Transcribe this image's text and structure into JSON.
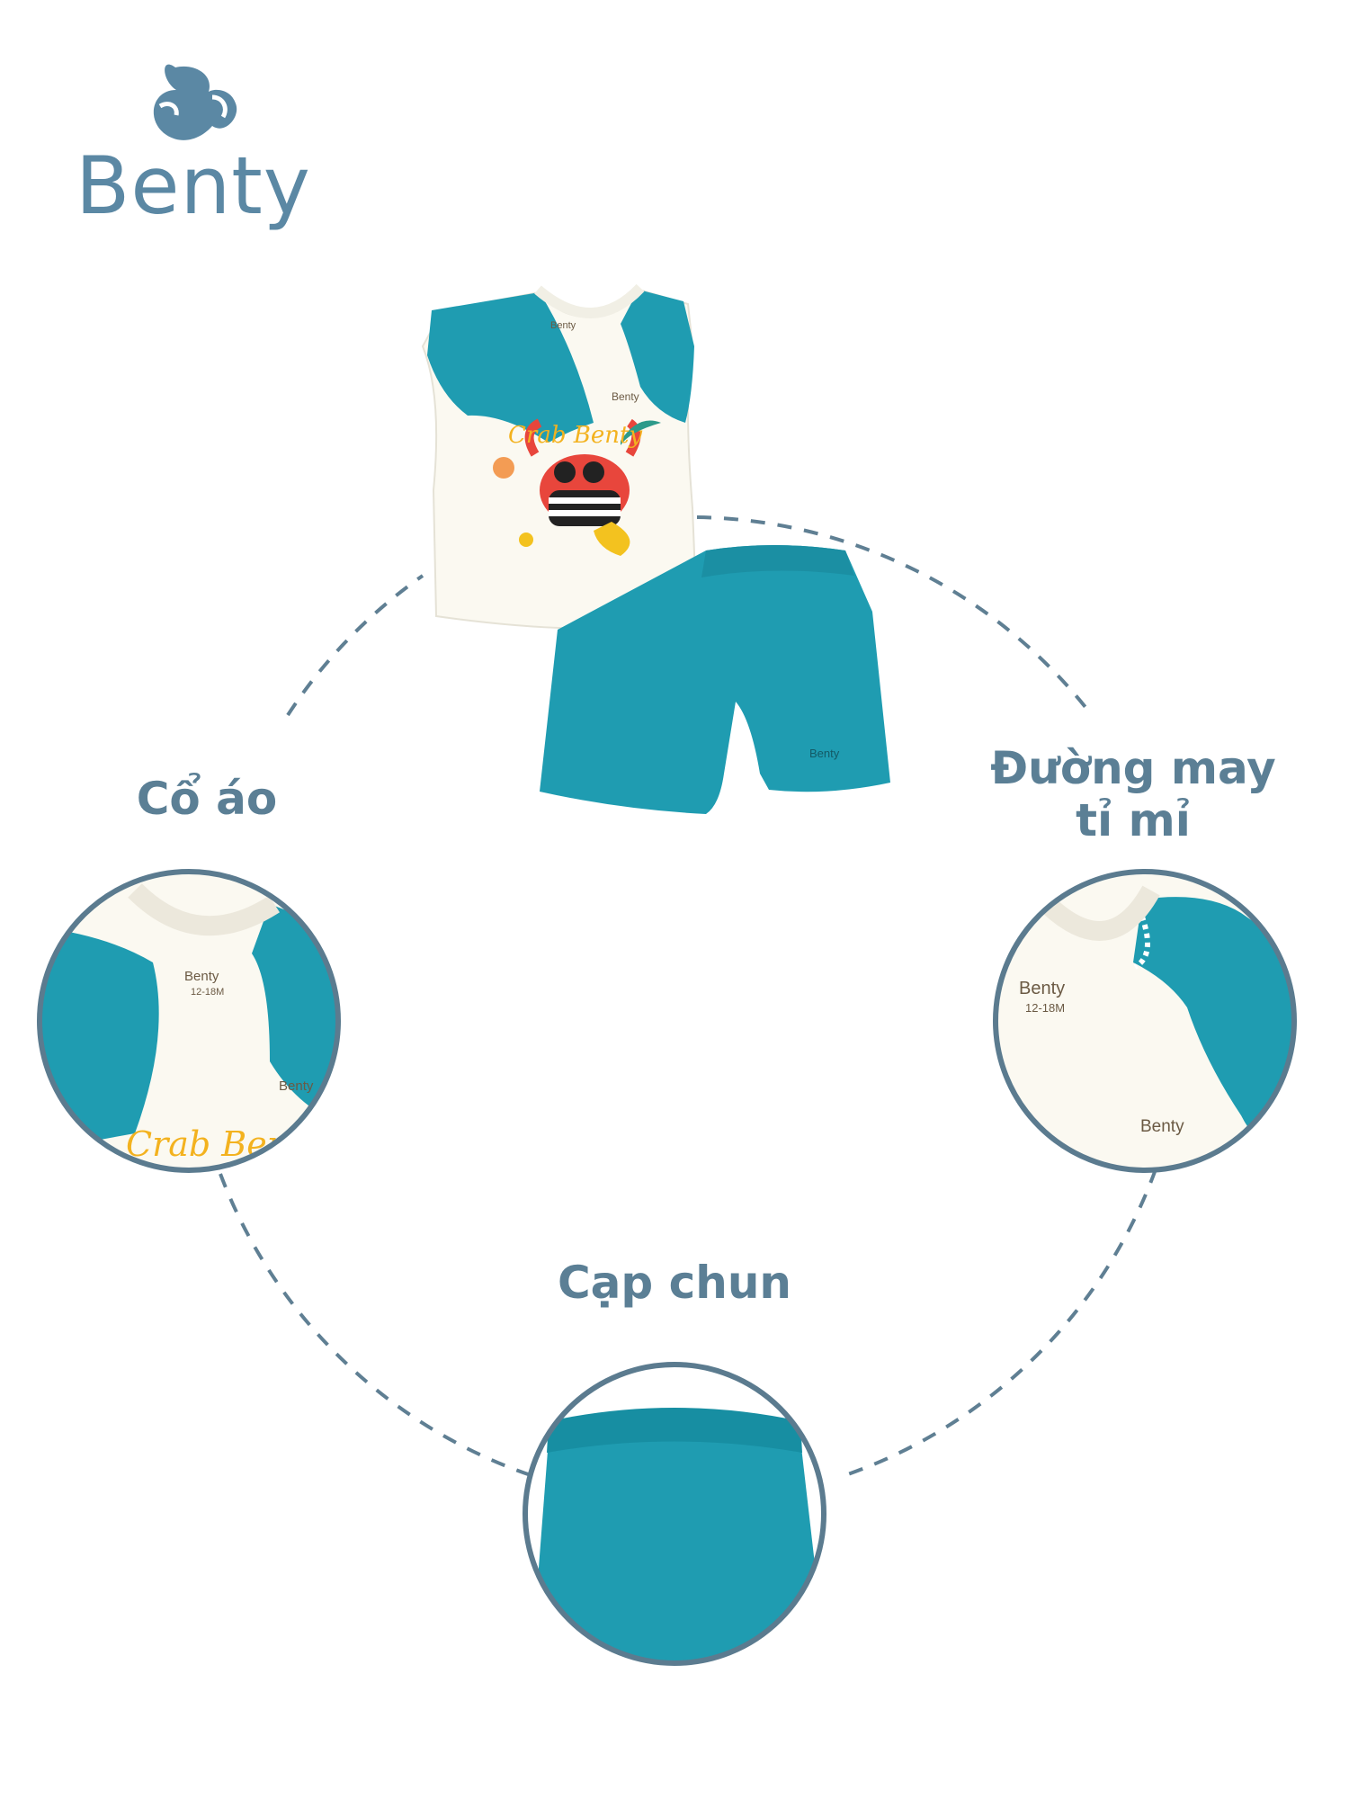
{
  "brand": {
    "name": "Benty",
    "color": "#5b88a4"
  },
  "features": {
    "collar": "Cổ áo",
    "stitching_line1": "Đường may",
    "stitching_line2": "tỉ mỉ",
    "waistband": "Cạp chun"
  },
  "product": {
    "print_text": "Crab Benty",
    "tag_text": "Benty",
    "size_tag": "12-18M",
    "shirt_color": "#fbf9f1",
    "accent_color": "#1f9cb1"
  },
  "colors": {
    "label": "#5b7f95",
    "dash": "#5f7f93",
    "circle_border": "#5b7b8f"
  }
}
